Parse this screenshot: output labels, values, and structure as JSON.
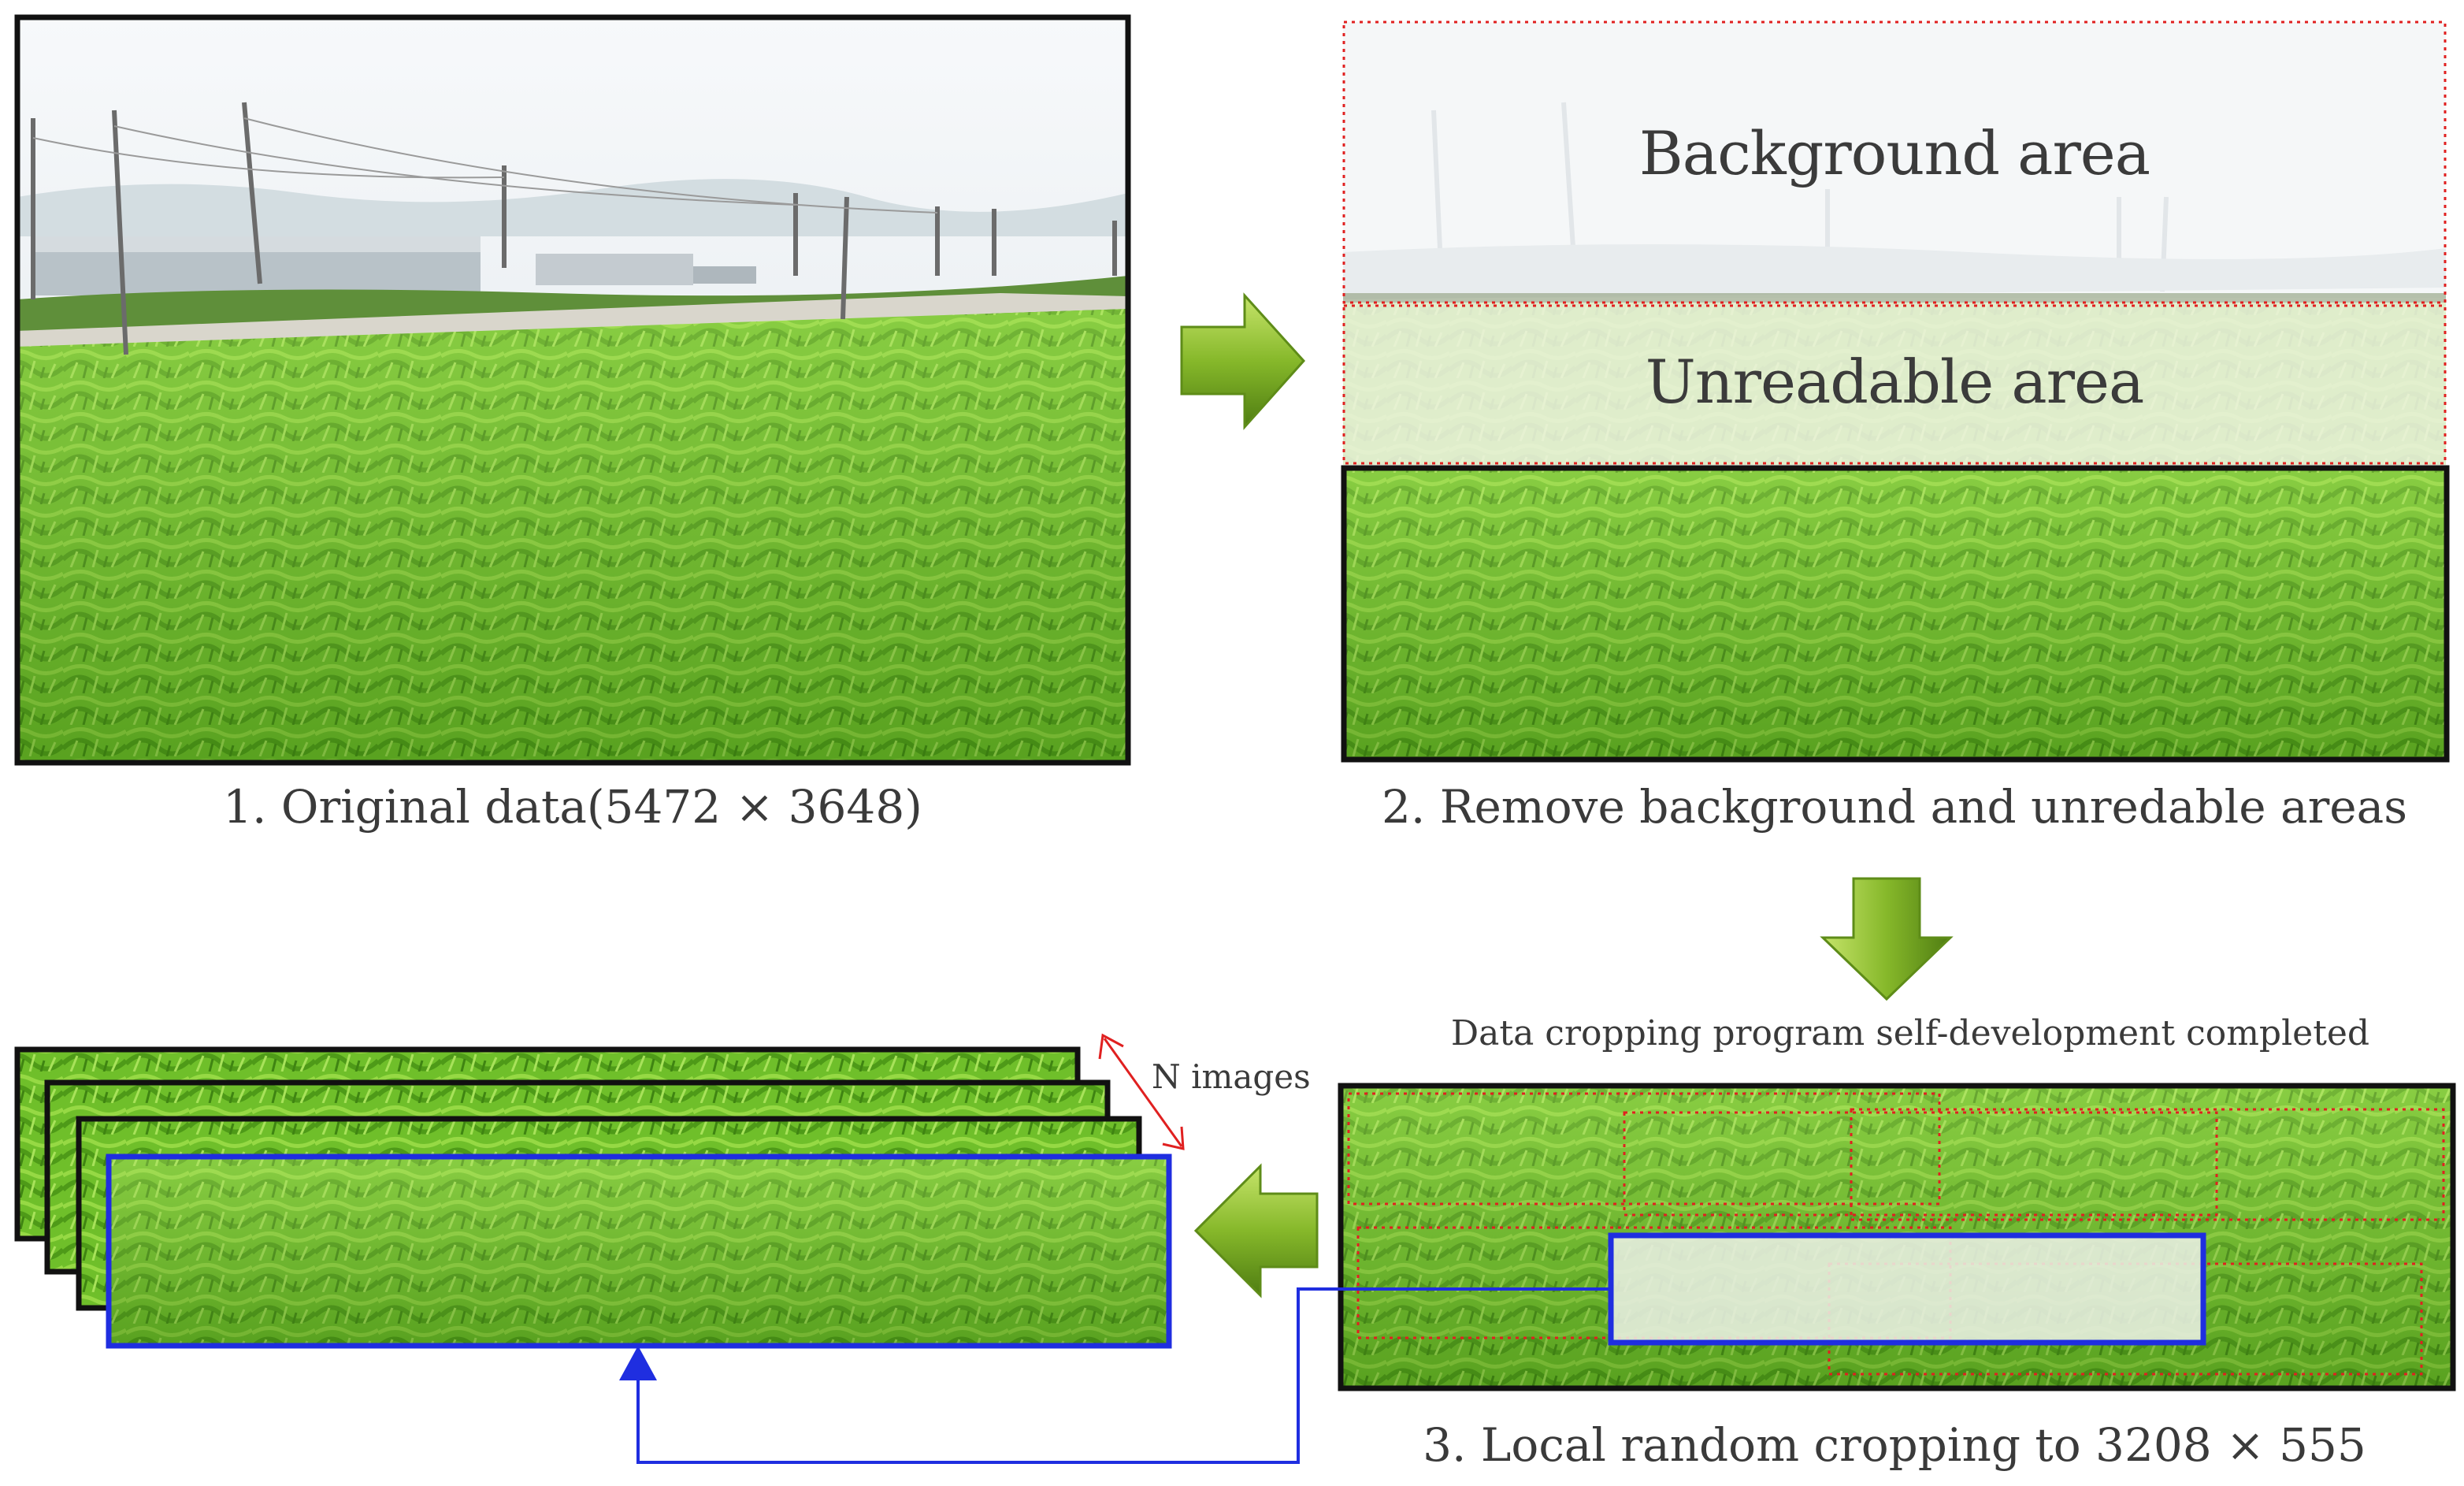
{
  "steps": {
    "original_caption": "1. Original data(5472 × 3648)",
    "remove_caption": "2. Remove background and unredable areas",
    "crop_caption": "3. Local random cropping to 3208 × 555",
    "program_note": "Data cropping program self-development completed"
  },
  "areas": {
    "background_label": "Background area",
    "unreadable_label": "Unreadable area"
  },
  "stack": {
    "count_label": "N images"
  },
  "colors": {
    "grass_light": "#8fd33a",
    "grass_dark": "#3f8a12",
    "sky": "#eef2f5",
    "arrow_green": "#86b82a",
    "crop_blue": "#1f2ee0",
    "dotted_red": "#e02020",
    "frame_black": "#111111"
  }
}
